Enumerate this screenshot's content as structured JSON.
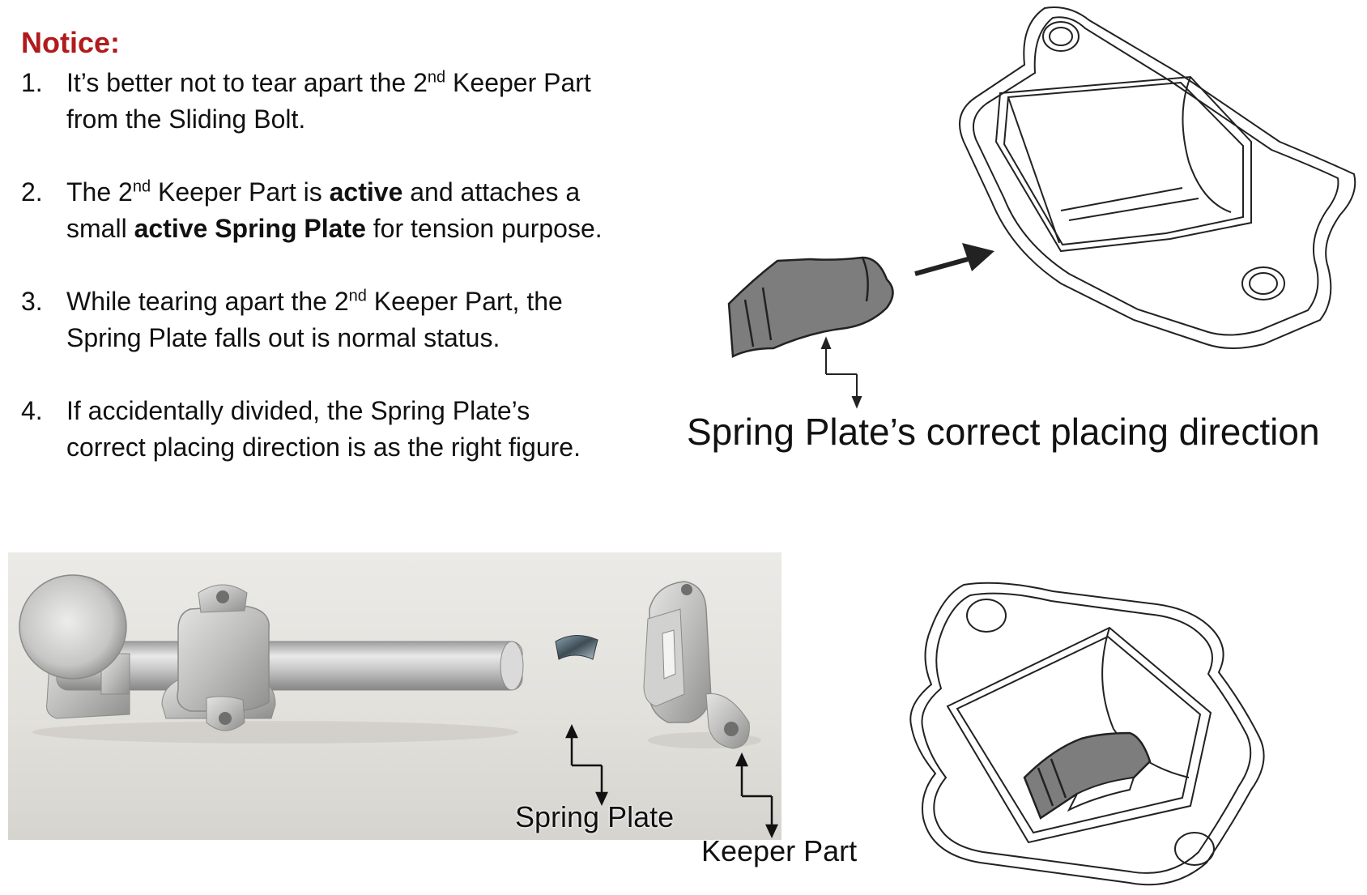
{
  "notice": {
    "title": "Notice:",
    "items": [
      {
        "num": "1.",
        "parts": [
          "It’s better not to tear apart the 2",
          "nd",
          " Keeper Part from the Sliding Bolt."
        ]
      },
      {
        "num": "2.",
        "parts": [
          "The 2",
          "nd",
          " Keeper Part is ",
          "active",
          " and attaches a small ",
          "active Spring Plate",
          " for tension purpose."
        ]
      },
      {
        "num": "3.",
        "parts": [
          "While tearing apart the 2",
          "nd",
          " Keeper Part, the Spring Plate falls out is normal status."
        ]
      },
      {
        "num": "4.",
        "text": "If accidentally divided, the Spring Plate’s correct placing direction is as the right figure."
      }
    ]
  },
  "labels": {
    "spring_plate": "Spring Plate",
    "keeper_part": "Keeper Part",
    "direction": "Spring Plate’s correct placing direction"
  }
}
